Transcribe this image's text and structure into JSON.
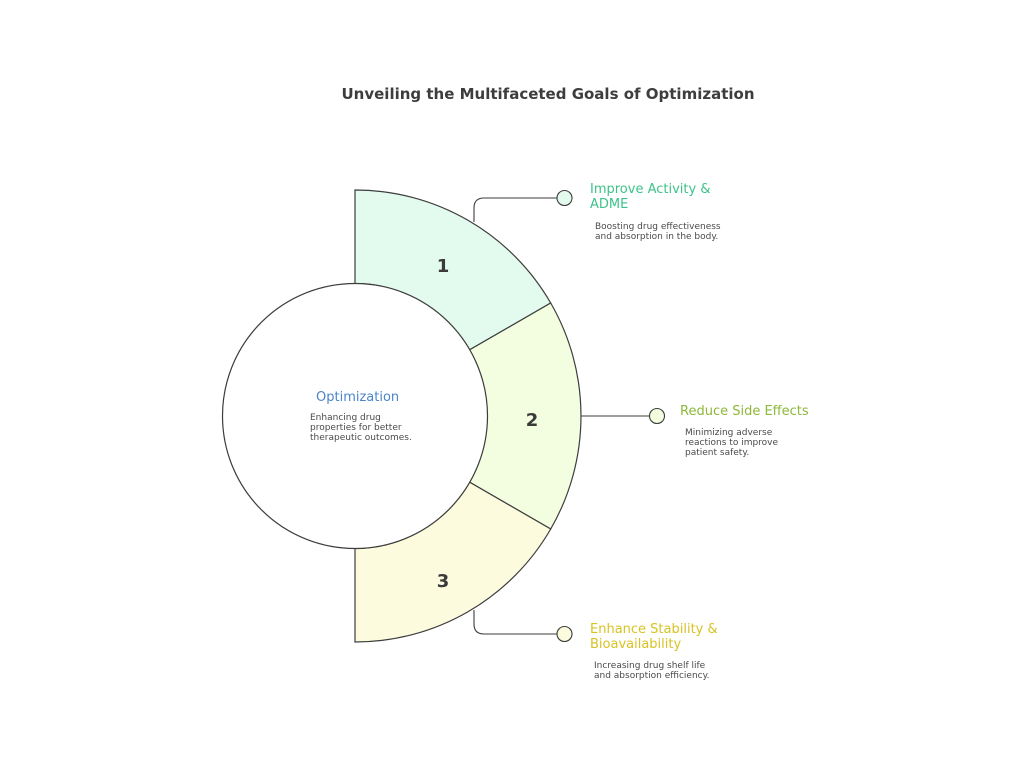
{
  "title": "Unveiling the Multifaceted Goals of Optimization",
  "center": {
    "title": "Optimization",
    "title_color": "#4a86c8",
    "description_lines": [
      "Enhancing drug",
      "properties for better",
      "therapeutic outcomes."
    ]
  },
  "segments": [
    {
      "number": "1",
      "fill": "#e3fbef",
      "accent": "#3ec28b",
      "heading_lines": [
        "Improve Activity &",
        "ADME"
      ],
      "description_lines": [
        "Boosting drug effectiveness",
        "and absorption in the body."
      ]
    },
    {
      "number": "2",
      "fill": "#f3fde0",
      "accent": "#8db83a",
      "heading_lines": [
        "Reduce Side Effects"
      ],
      "description_lines": [
        "Minimizing adverse",
        "reactions to improve",
        "patient safety."
      ]
    },
    {
      "number": "3",
      "fill": "#fdfbdd",
      "accent": "#d8c224",
      "heading_lines": [
        "Enhance Stability &",
        "Bioavailability"
      ],
      "description_lines": [
        "Increasing drug shelf life",
        "and absorption efficiency."
      ]
    }
  ]
}
